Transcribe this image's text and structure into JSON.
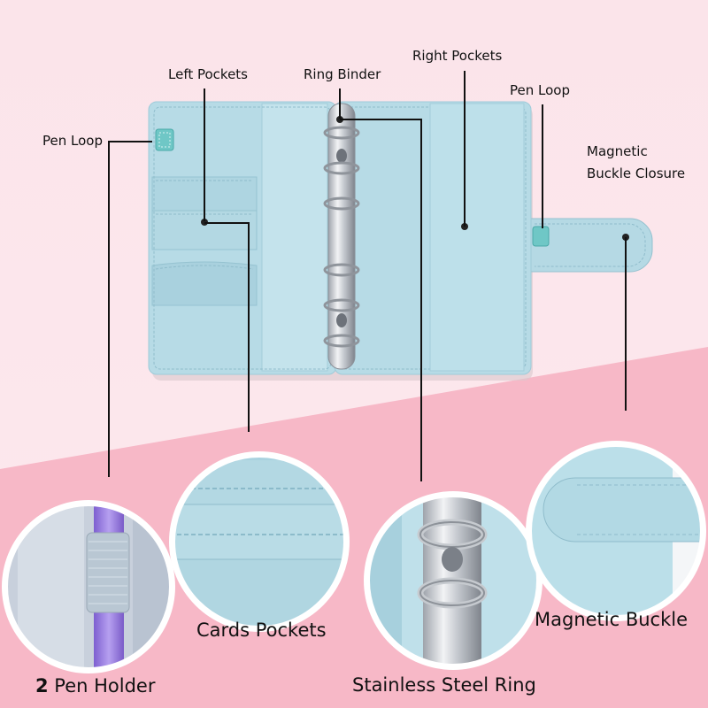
{
  "colors": {
    "background_top": "#fde8ec",
    "background_bottom": "#f7b8c7",
    "binder_blue": "#b7dbe6",
    "binder_blue_dark": "#a2cbd8",
    "ring_silver": "#c9ccd2",
    "pen_lilac": "#9b7fe0"
  },
  "callouts": {
    "pen_loop_left": "Pen Loop",
    "left_pockets": "Left Pockets",
    "ring_binder": "Ring Binder",
    "right_pockets": "Right Pockets",
    "pen_loop_right": "Pen Loop",
    "magnetic_buckle_closure_line1": "Magnetic",
    "magnetic_buckle_closure_line2": "Buckle Closure"
  },
  "details": {
    "pen_holder_number": "2",
    "pen_holder_text": " Pen Holder",
    "cards_pockets": "Cards Pockets",
    "stainless_steel_ring": "Stainless Steel Ring",
    "magnetic_buckle": "Magnetic Buckle"
  }
}
